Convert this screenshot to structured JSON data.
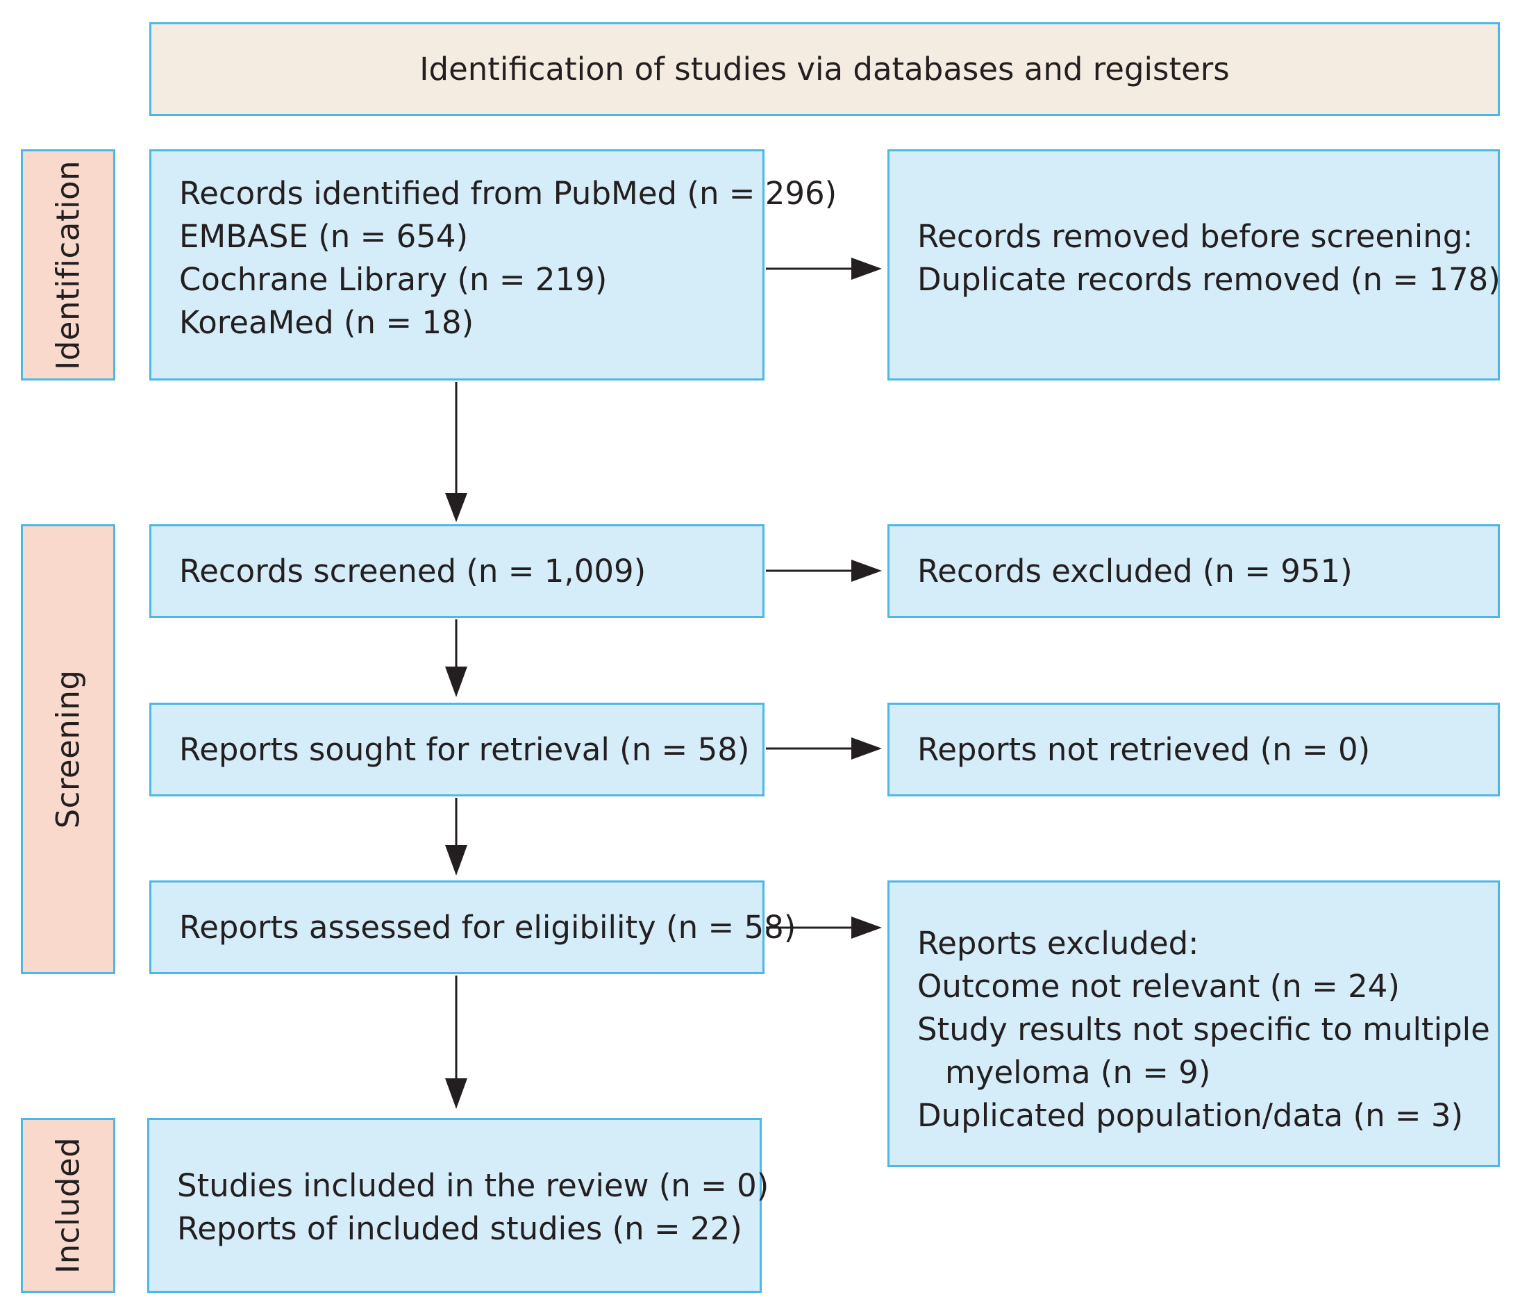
{
  "header": {
    "title": "Identification of studies via databases and registers"
  },
  "stages": {
    "identification": "Identification",
    "screening": "Screening",
    "included": "Included"
  },
  "boxes": {
    "sources": {
      "lines": [
        "Records identified from PubMed (n = 296)",
        "EMBASE (n = 654)",
        "Cochrane Library (n = 219)",
        "KoreaMed (n = 18)"
      ]
    },
    "removed": {
      "lines": [
        "Records removed before screening:",
        "Duplicate records removed (n = 178)"
      ]
    },
    "screened": {
      "text": "Records screened (n = 1,009)"
    },
    "excluded": {
      "text": "Records excluded (n = 951)"
    },
    "sought": {
      "text": "Reports sought for retrieval (n = 58)"
    },
    "not_retrieved": {
      "text": "Reports not retrieved (n = 0)"
    },
    "assessed": {
      "text": "Reports assessed for eligibility (n = 58)"
    },
    "reports_excluded": {
      "lines": [
        "Reports excluded:",
        "Outcome not relevant (n = 24)",
        "Study results not specific to multiple",
        "myeloma (n = 9)",
        "Duplicated population/data (n = 3)"
      ]
    },
    "included": {
      "lines": [
        "Studies included in the review (n = 0)",
        "Reports of included studies (n = 22)"
      ]
    }
  },
  "colors": {
    "box_fill": "#d5ecf9",
    "box_border": "#4db8e6",
    "header_fill": "#f4ece0",
    "stage_fill": "#f8d9cc",
    "arrow": "#231f20"
  }
}
